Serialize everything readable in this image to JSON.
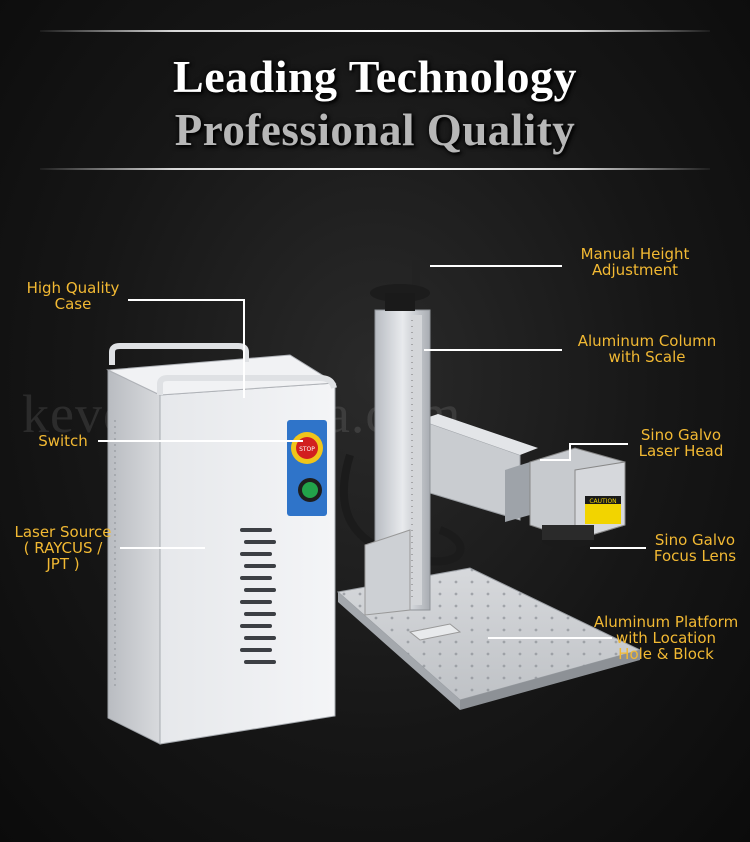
{
  "header": {
    "line1": "Leading Technology",
    "line2": "Professional Quality"
  },
  "watermark": "kevo      n.alibaba.com",
  "panel_text": {
    "stop_button": "STOP",
    "caution": "CAUTION"
  },
  "callouts": {
    "manual_height": [
      "Manual Height",
      "Adjustment"
    ],
    "high_quality_case": [
      "High Quality",
      "Case"
    ],
    "aluminum_column": [
      "Aluminum Column",
      "with Scale"
    ],
    "switch": [
      "Switch"
    ],
    "sino_galvo_head": [
      "Sino Galvo",
      "Laser Head"
    ],
    "laser_source": [
      "Laser Source",
      "( RAYCUS /",
      "JPT )"
    ],
    "sino_galvo_lens": [
      "Sino Galvo",
      "Focus Lens"
    ],
    "aluminum_platform": [
      "Aluminum Platform",
      "with Location",
      "Hole & Block"
    ]
  },
  "colors": {
    "label": "#f2b933",
    "background": "#161616",
    "case": "#e9ebee"
  }
}
